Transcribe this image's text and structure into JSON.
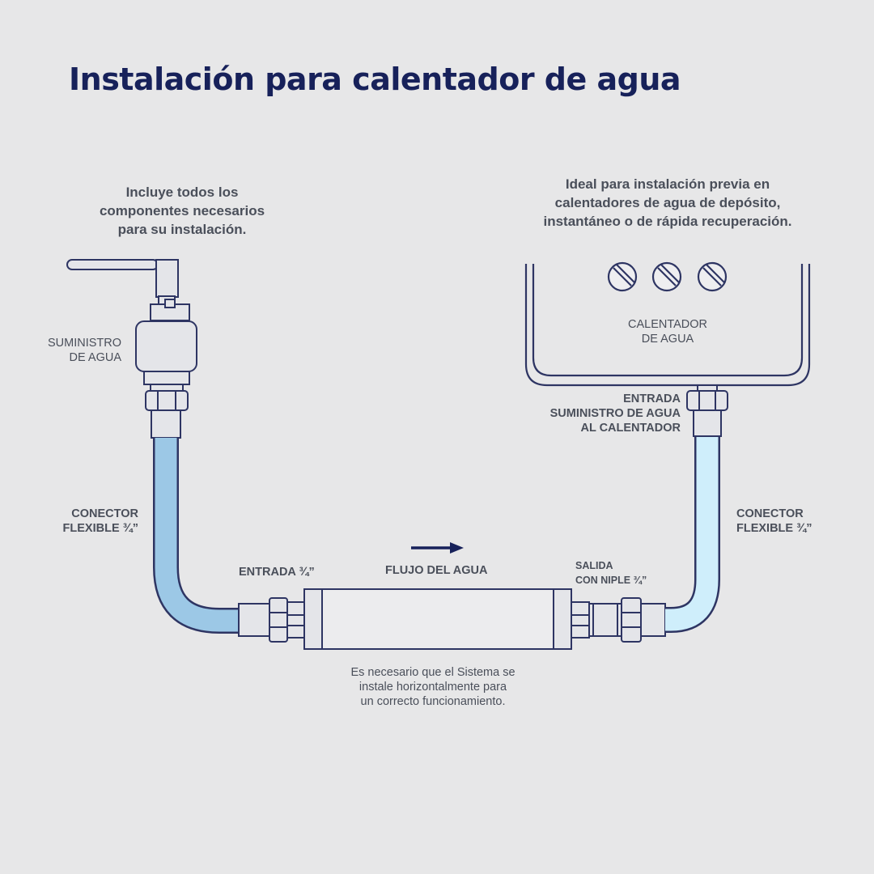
{
  "title": "Instalación para calentador de agua",
  "notes": {
    "left": [
      "Incluye todos los",
      "componentes necesarios",
      "para su instalación."
    ],
    "right": [
      "Ideal para instalación previa en",
      "calentadores de agua de depósito,",
      "instantáneo o de rápida recuperación."
    ],
    "bottom": [
      "Es necesario que el Sistema se",
      "instale horizontalmente para",
      "un correcto funcionamiento."
    ]
  },
  "labels": {
    "supply": [
      "SUMINISTRO",
      "DE AGUA"
    ],
    "heater": [
      "CALENTADOR",
      "DE AGUA"
    ],
    "heater_inlet": [
      "ENTRADA",
      "SUMINISTRO DE AGUA",
      "AL CALENTADOR"
    ],
    "connector_left": [
      "CONECTOR",
      "FLEXIBLE ¾”"
    ],
    "connector_right": [
      "CONECTOR",
      "FLEXIBLE ¾”"
    ],
    "inlet": "ENTRADA ¾”",
    "flow": "FLUJO DEL AGUA",
    "outlet": [
      "SALIDA",
      "CON  NIPLE ¾”"
    ]
  },
  "colors": {
    "title": "#17215a",
    "outline": "#2e3563",
    "hose_left": "#9cc8e6",
    "hose_right": "#cfeefb",
    "background": "#e7e7e8"
  }
}
